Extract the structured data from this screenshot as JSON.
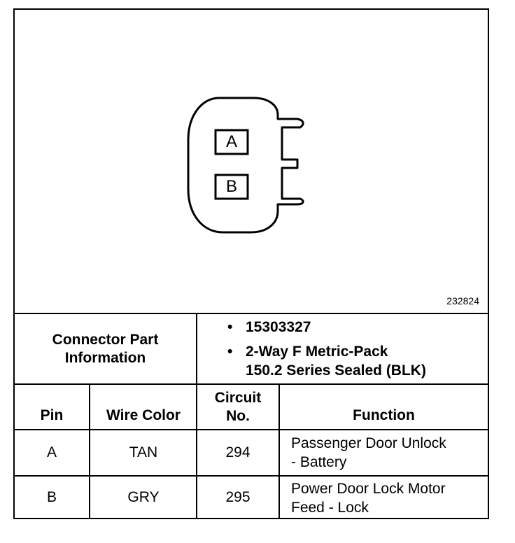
{
  "figure_number": "232824",
  "diagram": {
    "cavity_a": "A",
    "cavity_b": "B"
  },
  "connector_info": {
    "label_line1": "Connector Part",
    "label_line2": "Information",
    "bullets": [
      {
        "line1": "15303327",
        "line2": ""
      },
      {
        "line1": "2-Way F Metric-Pack",
        "line2": "150.2 Series Sealed (BLK)"
      }
    ]
  },
  "table": {
    "headers": {
      "pin": "Pin",
      "wire_color": "Wire Color",
      "circuit_line1": "Circuit",
      "circuit_line2": "No.",
      "function": "Function"
    },
    "rows": [
      {
        "pin": "A",
        "wire_color": "TAN",
        "circuit": "294",
        "function_line1": "Passenger Door Unlock",
        "function_line2": "- Battery"
      },
      {
        "pin": "B",
        "wire_color": "GRY",
        "circuit": "295",
        "function_line1": "Power Door Lock Motor",
        "function_line2": "Feed - Lock"
      }
    ]
  }
}
